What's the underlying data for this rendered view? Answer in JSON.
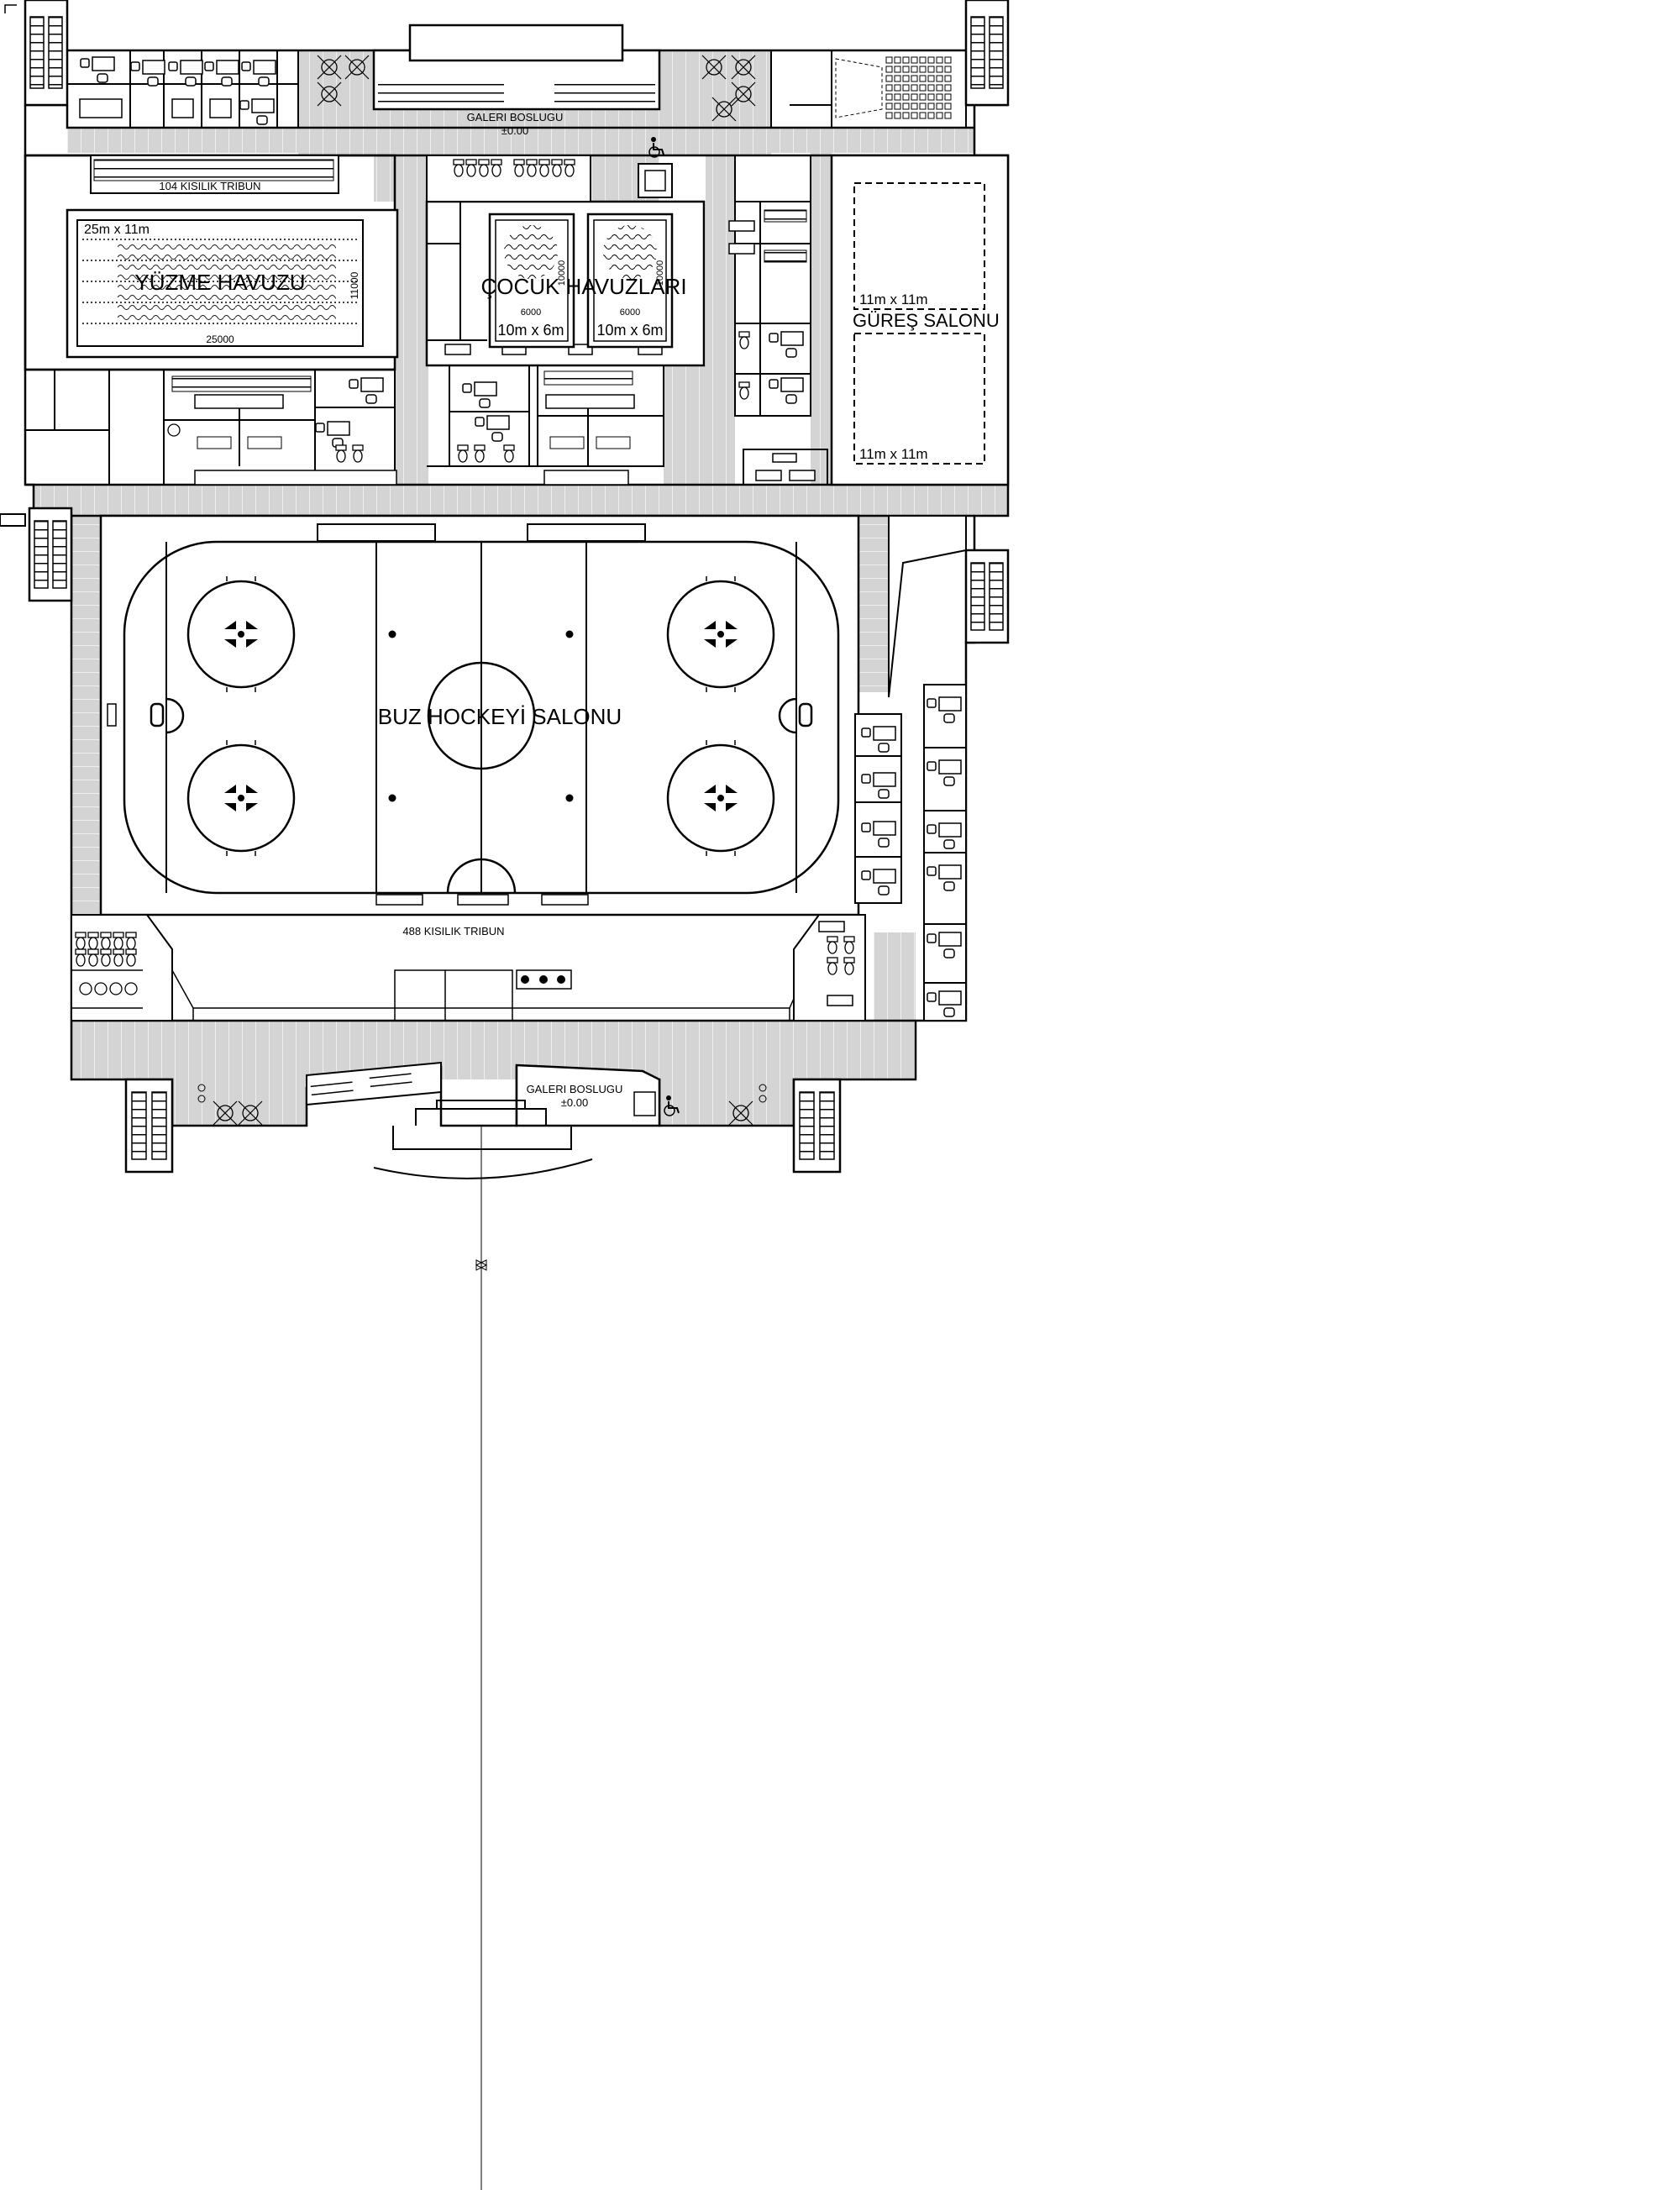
{
  "labels": {
    "galeri_top_name": "GALERI BOSLUGU",
    "galeri_top_level": "±0.00",
    "tribun_pool": "104 KISILIK TRIBUN",
    "pool_size": "25m x 11m",
    "pool_name": "YÜZME HAVUZU",
    "pool_dim_h": "25000",
    "pool_dim_v": "11000",
    "kids_pools_name": "ÇOCUK HAVUZLARI",
    "kids_pool_a_dim": "6000",
    "kids_pool_a_dim_v": "10000",
    "kids_pool_a_size": "10m x 6m",
    "kids_pool_b_dim": "6000",
    "kids_pool_b_dim_v": "10000",
    "kids_pool_b_size": "10m x 6m",
    "wrestling_name": "GÜREŞ SALONU",
    "wrestling_mat_a": "11m x 11m",
    "wrestling_mat_b": "11m x 11m",
    "hockey_name": "BUZ HOCKEYİ SALONU",
    "tribun_hockey": "488 KISILIK TRIBUN",
    "galeri_bottom_name": "GALERI BOSLUGU",
    "galeri_bottom_level": "±0.00"
  },
  "colors": {
    "line": "#000000",
    "corridor": "#d4d4d4",
    "background": "#ffffff"
  },
  "icons": [
    "wheelchair-icon",
    "stair-icon",
    "toilet-icon",
    "desk-icon",
    "plant-icon"
  ]
}
